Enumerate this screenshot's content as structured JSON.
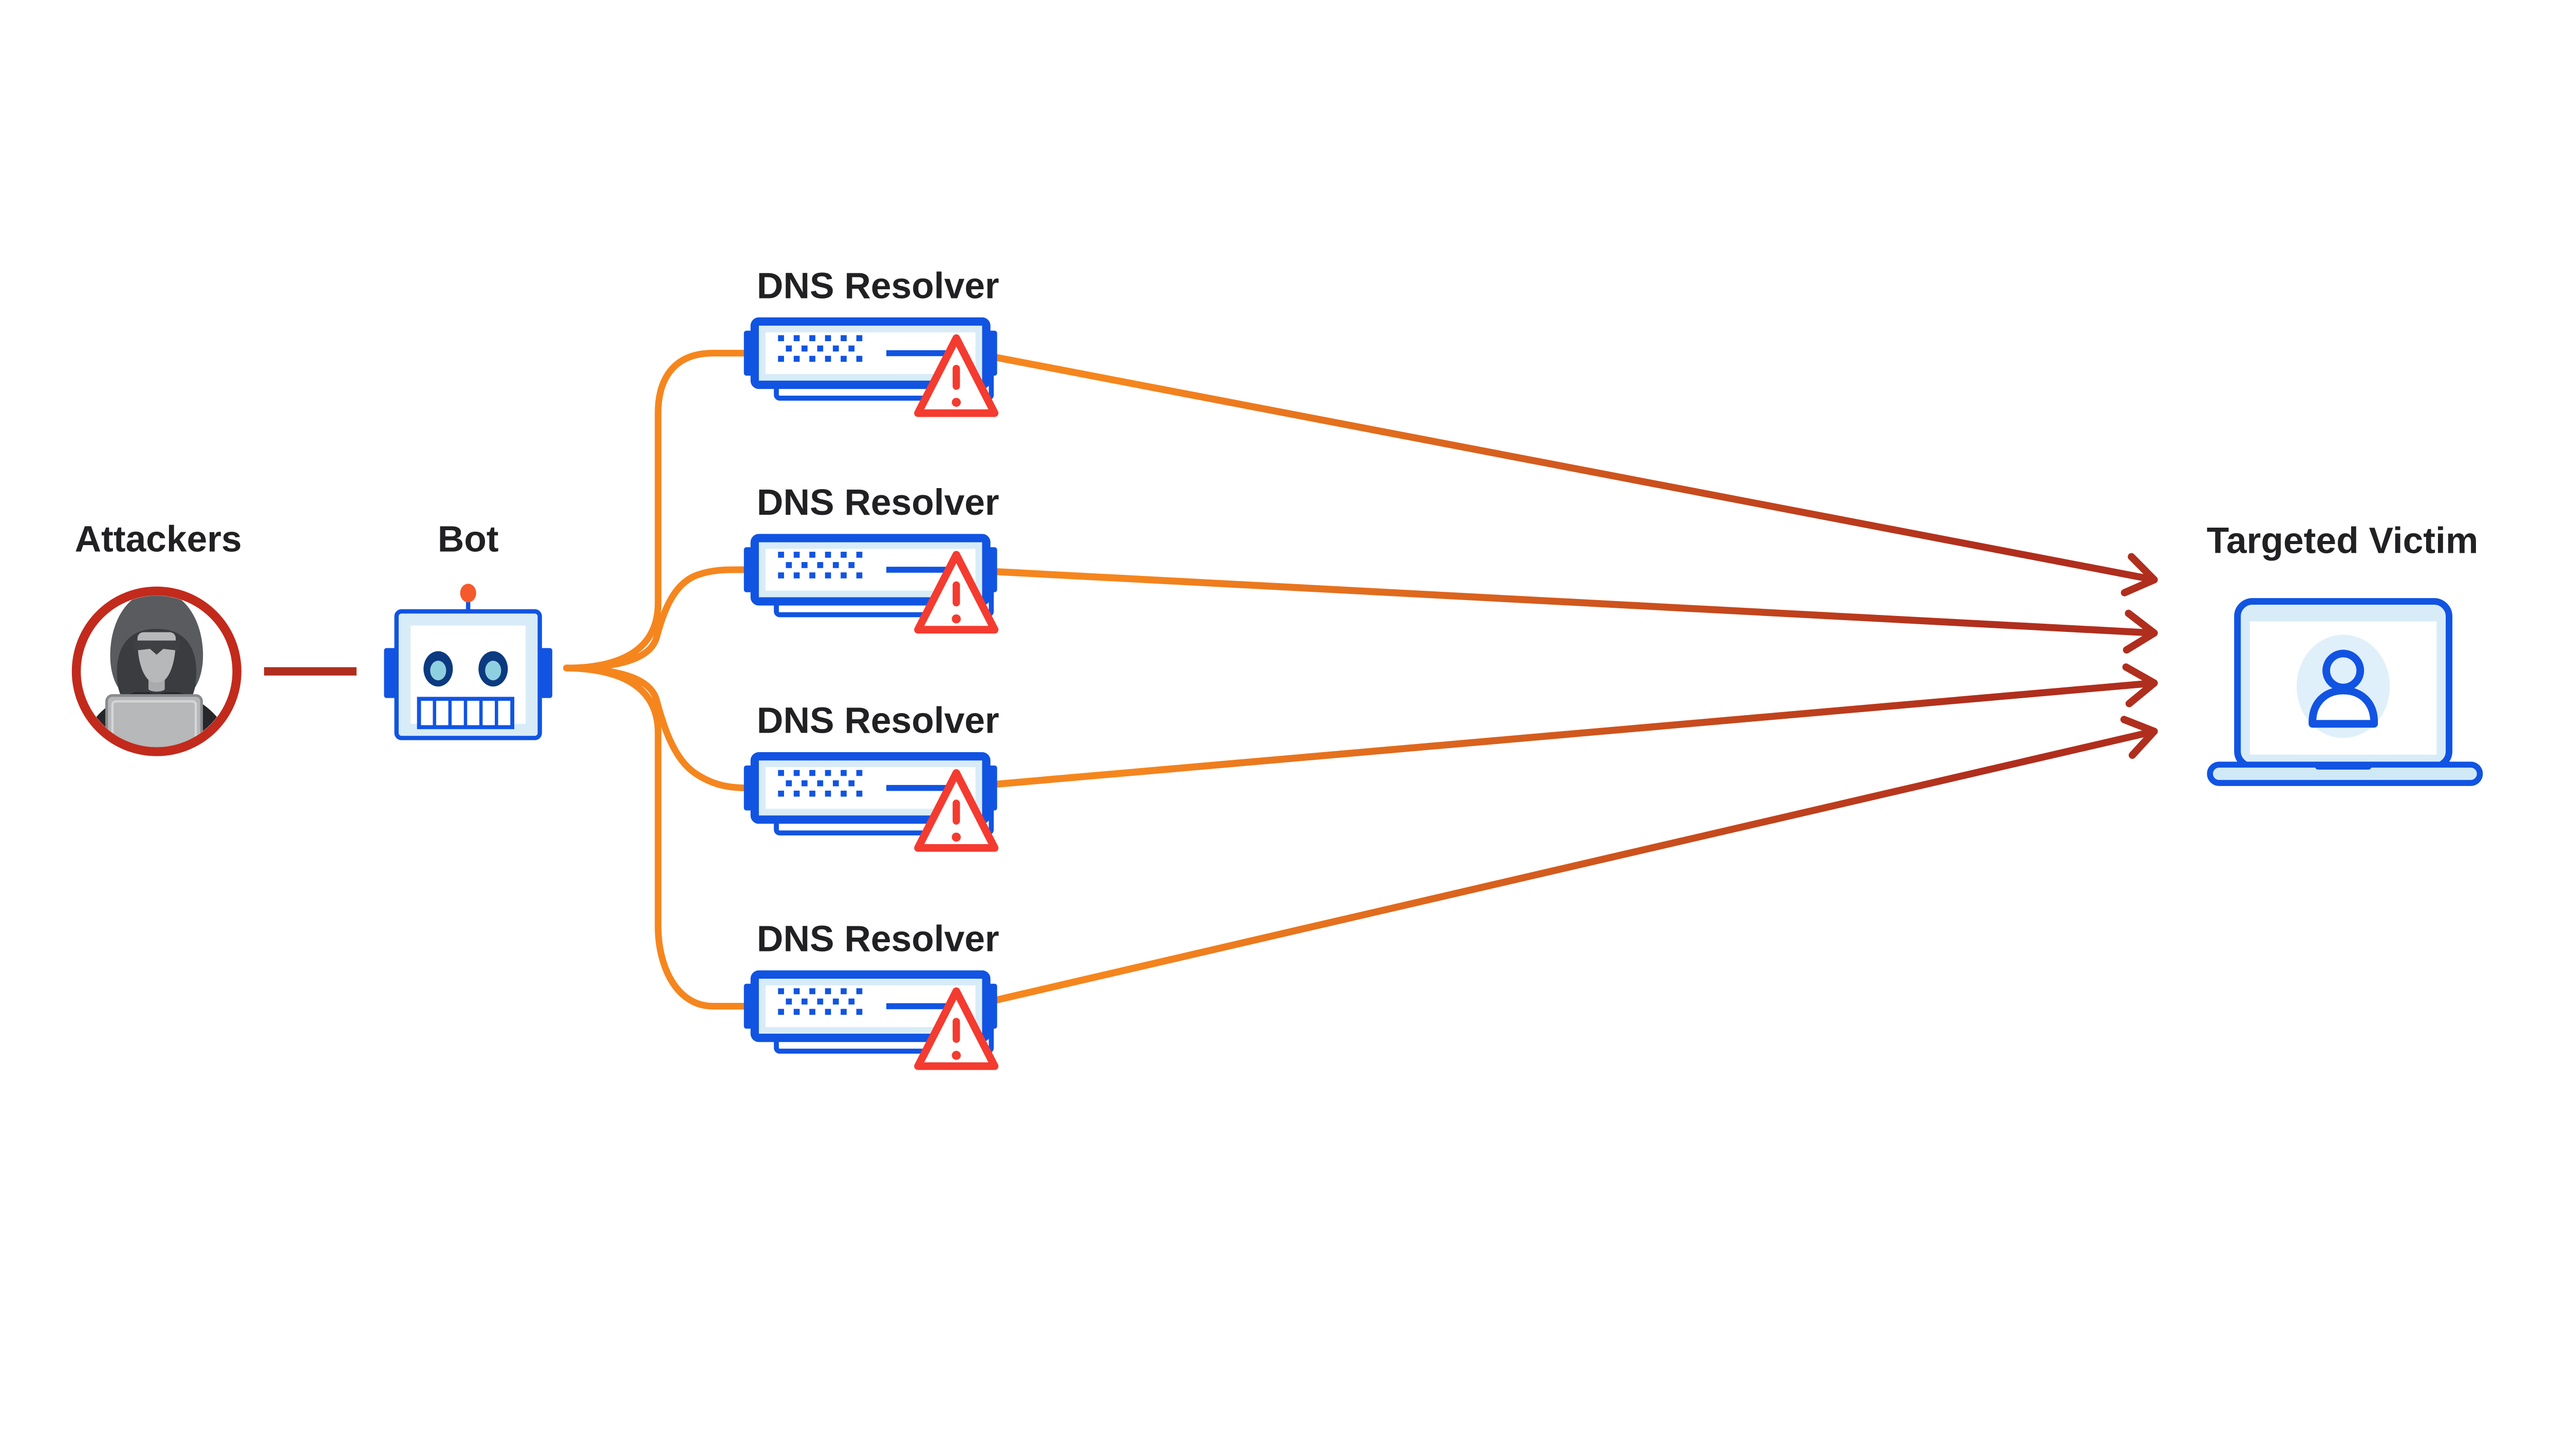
{
  "diagram": {
    "background": "#ffffff",
    "nodes": {
      "attackers": {
        "label": "Attackers",
        "icon": "hooded-hacker-laptop-icon"
      },
      "bot": {
        "label": "Bot",
        "icon": "robot-head-icon"
      },
      "resolvers": [
        {
          "label": "DNS Resolver",
          "icon": "dns-server-icon",
          "status_icon": "warning-triangle-icon"
        },
        {
          "label": "DNS Resolver",
          "icon": "dns-server-icon",
          "status_icon": "warning-triangle-icon"
        },
        {
          "label": "DNS Resolver",
          "icon": "dns-server-icon",
          "status_icon": "warning-triangle-icon"
        },
        {
          "label": "DNS Resolver",
          "icon": "dns-server-icon",
          "status_icon": "warning-triangle-icon"
        }
      ],
      "victim": {
        "label": "Targeted Victim",
        "icon": "laptop-user-icon"
      }
    },
    "connections": [
      {
        "from": "attackers",
        "to": "bot",
        "style": "solid",
        "color": "#b02e1d"
      },
      {
        "from": "bot",
        "to": "resolver-1",
        "style": "curved",
        "color": "#f5861e"
      },
      {
        "from": "bot",
        "to": "resolver-2",
        "style": "curved",
        "color": "#f5861e"
      },
      {
        "from": "bot",
        "to": "resolver-3",
        "style": "curved",
        "color": "#f5861e"
      },
      {
        "from": "bot",
        "to": "resolver-4",
        "style": "curved",
        "color": "#f5861e"
      },
      {
        "from": "resolver-1",
        "to": "victim",
        "style": "gradient-arrow",
        "color": "#f5861e→#b02e1d"
      },
      {
        "from": "resolver-2",
        "to": "victim",
        "style": "gradient-arrow",
        "color": "#f5861e→#b02e1d"
      },
      {
        "from": "resolver-3",
        "to": "victim",
        "style": "gradient-arrow",
        "color": "#f5861e→#b02e1d"
      },
      {
        "from": "resolver-4",
        "to": "victim",
        "style": "gradient-arrow",
        "color": "#f5861e→#b02e1d"
      }
    ],
    "colors": {
      "label_text": "#212124",
      "ring_red": "#c22a1c",
      "connector_red": "#b02e1d",
      "connector_orange": "#f5861e",
      "icon_blue": "#1154e2",
      "icon_light_blue": "#d8ecf8",
      "icon_pale_blue": "#e0f0fa",
      "base_blue": "#cfe9f7",
      "eye_navy": "#0c3a80",
      "eye_inner": "#8fd0e0",
      "antenna_orange": "#f45a2b",
      "warning_red": "#f43b30",
      "figure_dark": "#26272a",
      "figure_hood": "#595b5f",
      "figure_mid": "#3a3c3f",
      "figure_light": "#b6b8ba",
      "figure_glasses": "#3e4043"
    }
  }
}
